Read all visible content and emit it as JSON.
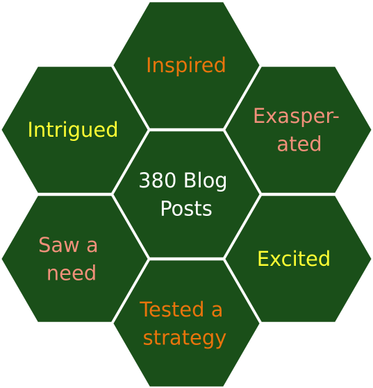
{
  "colors": {
    "hex_fill": "#1a4f19",
    "hex_border": "#ffffff",
    "background": "#ffffff"
  },
  "hexagons": {
    "center": {
      "lines": [
        "380 Blog",
        "Posts"
      ],
      "color": "#ffffff"
    },
    "top": {
      "lines": [
        "Inspired"
      ],
      "color": "#e8740c"
    },
    "upper_left": {
      "lines": [
        "Intrigued"
      ],
      "color": "#ffff33"
    },
    "upper_right": {
      "lines": [
        "Exasper-",
        "ated"
      ],
      "color": "#f0907a"
    },
    "lower_left": {
      "lines": [
        "Saw a",
        "need"
      ],
      "color": "#f0907a"
    },
    "lower_right": {
      "lines": [
        "Excited"
      ],
      "color": "#ffff33"
    },
    "bottom": {
      "lines": [
        "Tested a",
        "strategy"
      ],
      "color": "#e8740c"
    }
  }
}
